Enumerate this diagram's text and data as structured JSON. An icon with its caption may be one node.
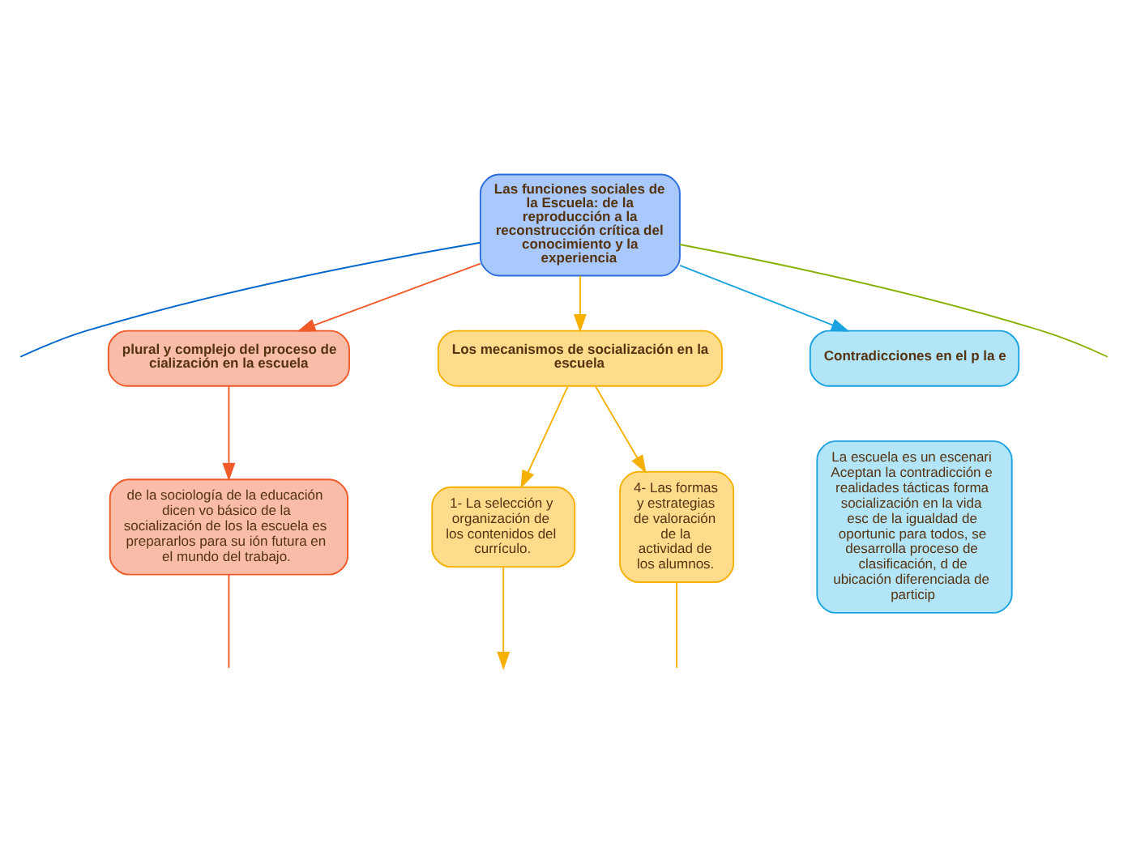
{
  "diagram": {
    "nodes": [
      {
        "text": [
          "Las funciones sociales de la Escuela: de la reproducción a la reconstrucción crítica del conocimiento y la experiencia"
        ]
      },
      {
        "text": [
          "plural y complejo del proceso de cialización en la escuela"
        ]
      },
      {
        "text": [
          "de la sociología de la educación dicen vo básico de la socialización de los la escuela es prepararlos para su ión futura en el mundo del trabajo."
        ]
      },
      {
        "text": [
          "Los mecanismos de socialización en la escuela"
        ]
      },
      {
        "text": [
          "1- La selección y organización de los contenidos del currículo."
        ]
      },
      {
        "text": [
          "4- Las formas y estrategias de valoración de la actividad de los alumnos."
        ]
      },
      {
        "text": [
          "Contradicciones en el p la e"
        ]
      },
      {
        "text": [
          "La escuela es un escenari Aceptan la contradicción e realidades tácticas forma socialización en la vida esc de la igualdad de oportunic para todos, se desarrolla proceso de clasificación, d de ubicación diferenciada de particip"
        ]
      }
    ],
    "edges": [
      {
        "from": 0,
        "to": null,
        "arrow": "none",
        "color": "#0066cc"
      },
      {
        "from": 0,
        "to": 1,
        "arrow": "to",
        "color": "#f05a28"
      },
      {
        "from": 0,
        "to": 3,
        "arrow": "to",
        "color": "#f5b000"
      },
      {
        "from": 0,
        "to": 6,
        "arrow": "to",
        "color": "#1aa3e0"
      },
      {
        "from": 0,
        "to": null,
        "arrow": "none",
        "color": "#88b000"
      },
      {
        "from": 1,
        "to": 2,
        "arrow": "to",
        "color": "#f05a28"
      },
      {
        "from": 2,
        "to": null,
        "arrow": "none",
        "color": "#f05a28"
      },
      {
        "from": 3,
        "to": 4,
        "arrow": "to",
        "color": "#f5b000"
      },
      {
        "from": 3,
        "to": 5,
        "arrow": "to",
        "color": "#f5b000"
      },
      {
        "from": 4,
        "to": null,
        "arrow": "to",
        "color": "#f5b000"
      },
      {
        "from": 5,
        "to": null,
        "arrow": "none",
        "color": "#f5b000"
      }
    ]
  }
}
